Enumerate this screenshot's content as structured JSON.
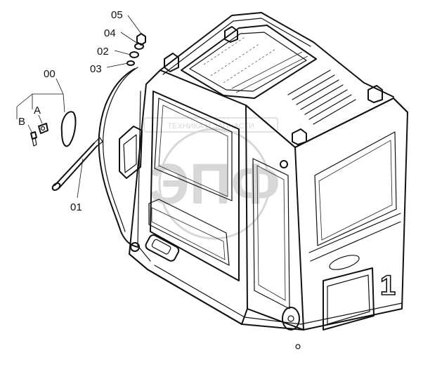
{
  "callouts": {
    "p05": "05",
    "p04": "04",
    "p02": "02",
    "p03": "03",
    "p00": "00",
    "pA": "A",
    "pB": "B",
    "p01": "01"
  },
  "watermark": {
    "band_text": "ТЕХНИКА И ЗАПЧАСТИ",
    "logo_text": "ЭПФ"
  },
  "cab_badge": "1",
  "colors": {
    "line": "#111111",
    "watermark": "#b9b9b9"
  }
}
